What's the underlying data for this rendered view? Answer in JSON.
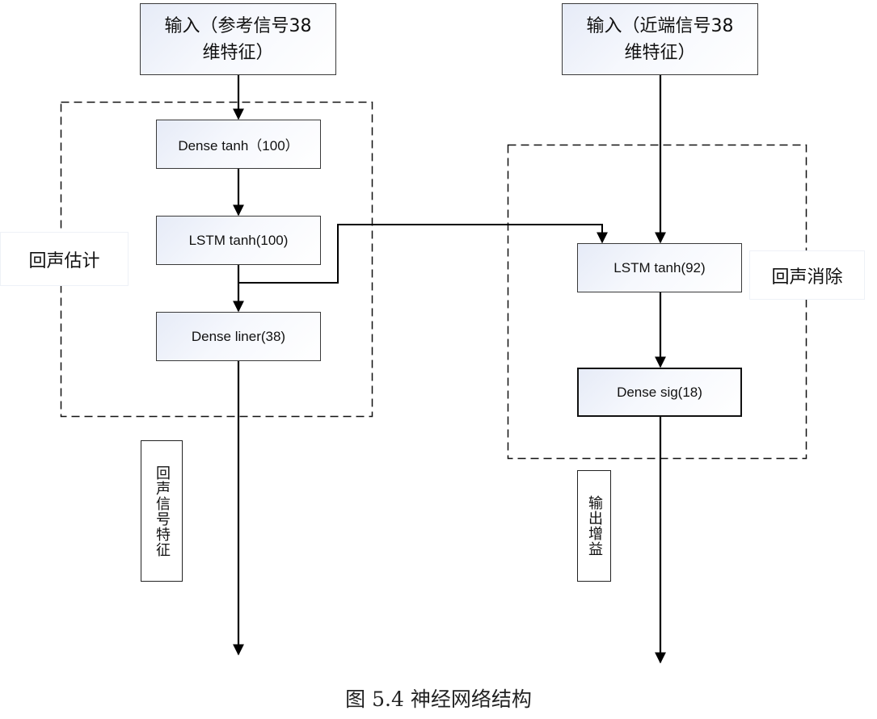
{
  "diagram": {
    "inputs": {
      "reference": {
        "line1": "输入（参考信号38",
        "line2": "维特征）"
      },
      "nearend": {
        "line1": "输入（近端信号38",
        "line2": "维特征）"
      }
    },
    "groups": {
      "echo_estimation": {
        "label": "回声估计"
      },
      "echo_cancellation": {
        "label": "回声消除"
      }
    },
    "layers": {
      "dense_tanh": "Dense tanh（100）",
      "lstm_left": "LSTM tanh(100)",
      "dense_liner": "Dense liner(38)",
      "lstm_right": "LSTM tanh(92)",
      "dense_sig": "Dense sig(18)"
    },
    "outputs": {
      "echo_features": "回声信号特征",
      "output_gain": "输出增益"
    },
    "caption": "图 5.4 神经网络结构"
  }
}
